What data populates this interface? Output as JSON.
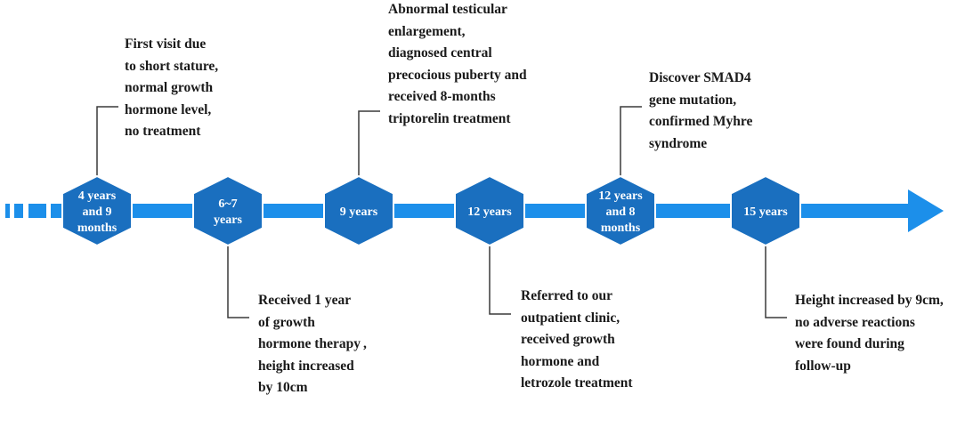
{
  "colors": {
    "arrow": "#1c8fea",
    "dash": "#1c8fea",
    "hexagon_fill": "#1a6fbf",
    "hexagon_stroke": "#ffffff",
    "connector": "#3a3a3a",
    "node_text": "#ffffff",
    "note_text": "#1a1a1a"
  },
  "timeline": {
    "nodes": [
      {
        "label": "4 years\nand 9\nmonths"
      },
      {
        "label": "6~7\nyears"
      },
      {
        "label": "9 years"
      },
      {
        "label": "12 years"
      },
      {
        "label": "12 years\nand 8\nmonths"
      },
      {
        "label": "15 years"
      }
    ],
    "events": [
      {
        "text": "First visit due\nto short stature,\nnormal growth\nhormone level,\nno treatment"
      },
      {
        "text": "Received 1 year\nof growth\nhormone therapy ,\nheight increased\nby 10cm"
      },
      {
        "text": "Abnormal testicular\nenlargement,\ndiagnosed central\nprecocious puberty and\nreceived 8-months\ntriptorelin treatment"
      },
      {
        "text": "Referred to our\noutpatient clinic,\nreceived growth\nhormone and\nletrozole treatment"
      },
      {
        "text": "Discover SMAD4\ngene mutation,\nconfirmed Myhre\nsyndrome"
      },
      {
        "text": "Height increased by 9cm,\nno adverse reactions\nwere found during\nfollow-up"
      }
    ]
  }
}
